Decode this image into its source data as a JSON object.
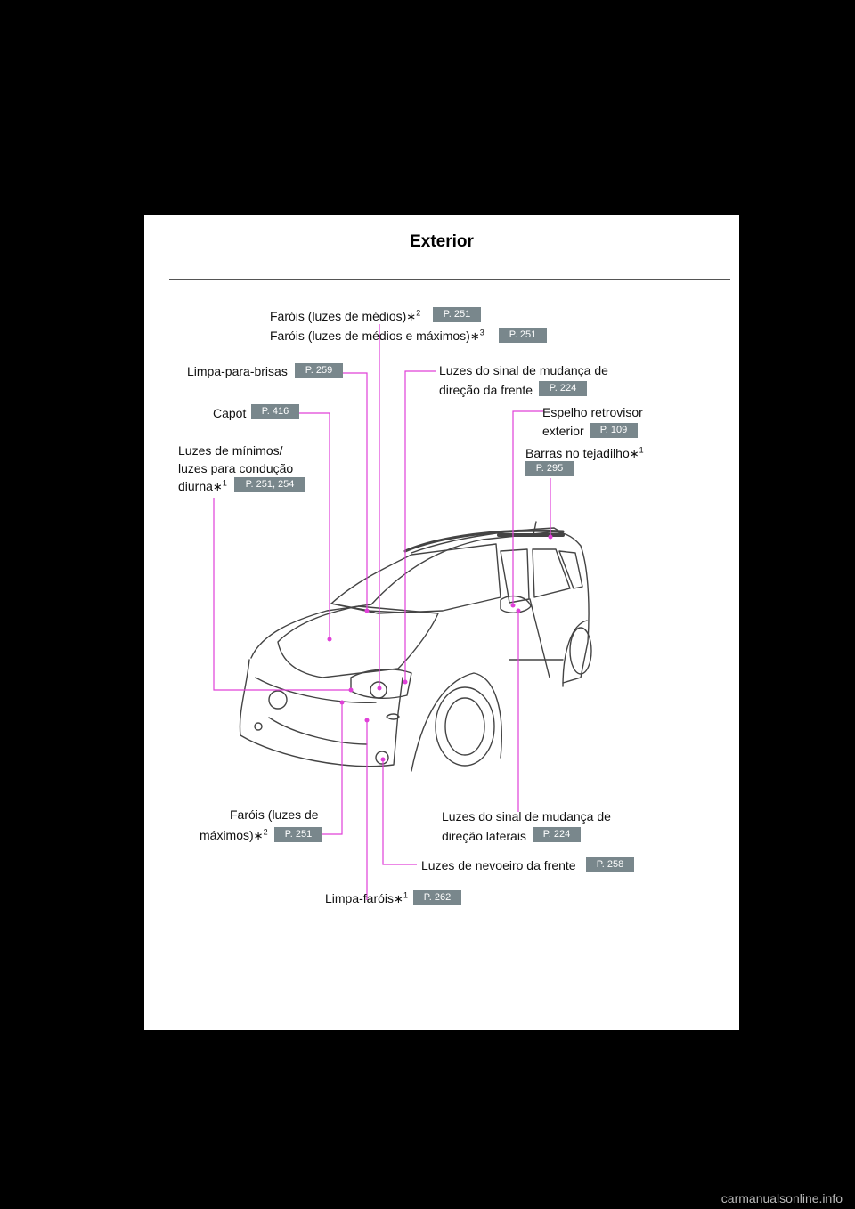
{
  "title": "Exterior",
  "footer": "carmanualsonline.info",
  "labels": {
    "farois_medios": {
      "text": "Faróis (luzes de médios)",
      "sup": "2",
      "ref": "P. 251"
    },
    "farois_medios_maximos": {
      "text": "Faróis (luzes de médios e máximos)",
      "sup": "3",
      "ref": "P. 251"
    },
    "limpa_para_brisas": {
      "text": "Limpa-para-brisas",
      "ref": "P. 259"
    },
    "sinal_frente": {
      "line1": "Luzes do sinal de mudança de",
      "line2": "direção da frente",
      "ref": "P. 224"
    },
    "capot": {
      "text": "Capot",
      "ref": "P. 416"
    },
    "espelho": {
      "line1": "Espelho retrovisor",
      "line2": "exterior",
      "ref": "P. 109"
    },
    "minimos": {
      "line1": "Luzes de mínimos/",
      "line2": "luzes para condução",
      "line3": "diurna",
      "sup": "1",
      "ref": "P. 251, 254"
    },
    "barras": {
      "text": "Barras no tejadilho",
      "sup": "1",
      "ref": "P. 295"
    },
    "farois_maximos": {
      "line1": "Faróis (luzes de",
      "line2": "máximos)",
      "sup": "2",
      "ref": "P. 251"
    },
    "sinal_laterais": {
      "line1": "Luzes do sinal de mudança de",
      "line2": "direção laterais",
      "ref": "P. 224"
    },
    "nevoeiro": {
      "text": "Luzes de nevoeiro da frente",
      "ref": "P. 258"
    },
    "limpa_farois": {
      "text": "Limpa-faróis",
      "sup": "1",
      "ref": "P. 262"
    }
  },
  "asterisk": "∗",
  "colors": {
    "leader": "#e040d8",
    "ref_badge": "#79878c"
  }
}
